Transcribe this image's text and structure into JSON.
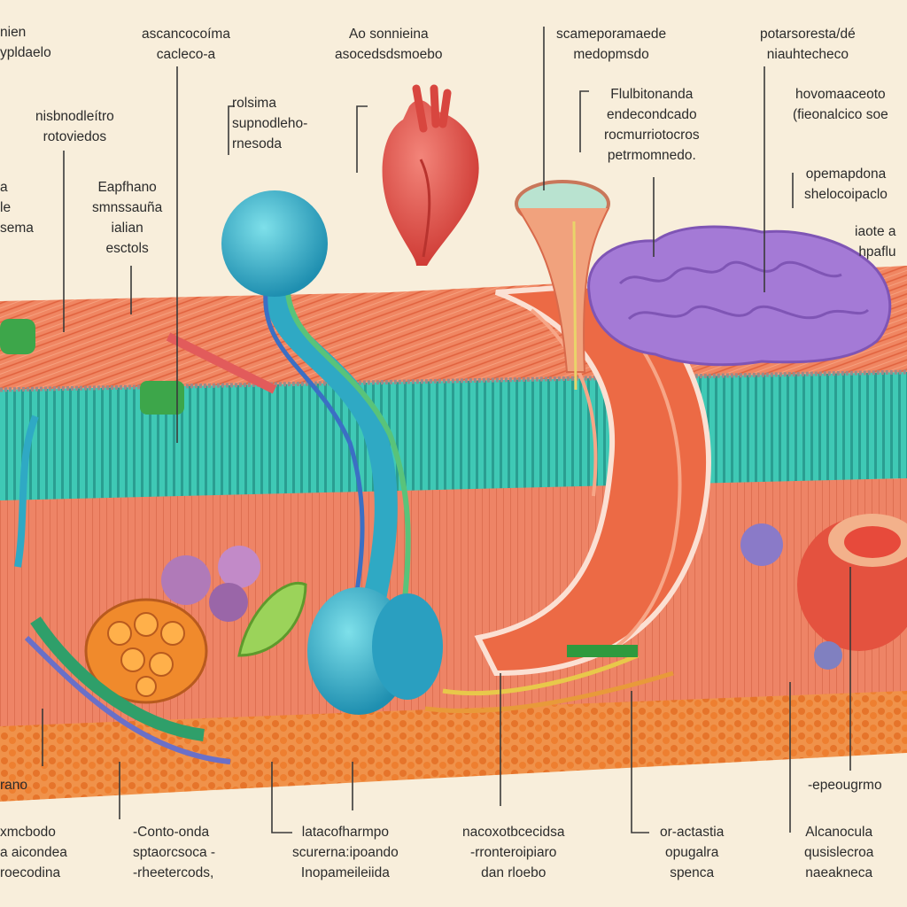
{
  "labels": {
    "tl1": [
      "nien",
      "ypldaelo"
    ],
    "t2": [
      "ascancocoíma",
      "cacleco-a"
    ],
    "t3": [
      "Ao sonnieina",
      "asocedsdsmoebo"
    ],
    "t4": [
      "scameporamaede",
      "medopmsdo"
    ],
    "t5": [
      "potarsoresta/dé",
      "niauhtecheco"
    ],
    "l2": [
      "nisbnodleítro",
      "rotoviedos"
    ],
    "l3": [
      "rolsima",
      "supnodleho-",
      "rnesoda"
    ],
    "l4": [
      "Flulbitonanda",
      "endecondcado",
      "rocmurriotocros",
      "petrmomnedo."
    ],
    "l5": [
      "hovomaaceoto",
      "(fieonalcico soe"
    ],
    "l6": [
      "a",
      "le",
      "sema"
    ],
    "l7": [
      "Eapfhano",
      "smnssauña",
      "ialian",
      "esctols"
    ],
    "l8": [
      "opemapdona",
      "shelocoipaclo"
    ],
    "l9": [
      "iaote a",
      "hpaflu"
    ],
    "b0": [
      "rano"
    ],
    "b1": [
      "xmcbodo",
      "a aicondea",
      "roecodina"
    ],
    "b2": [
      "-Conto-onda",
      "sptaorcsoca -",
      "-rheetercods,"
    ],
    "b3": [
      "latacofharmpo",
      "scurerna:ipoando",
      "Inopameileiida"
    ],
    "b4": [
      "nacoxotbcecidsa",
      "-rronteroipiaro",
      "dan rloebo"
    ],
    "b5": [
      "or-actastia",
      "opugalra",
      "spenca"
    ],
    "b6": [
      "-epeougrmo"
    ],
    "b7": [
      "Alcanocula",
      "qusislecroa",
      "naeakneca"
    ]
  },
  "colors": {
    "background": "#f8eedb",
    "muscle": "#ef7a52",
    "band": "#38c2b0",
    "vessel": "#2fa9c4",
    "brain": "#a47ad6",
    "heart": "#e4524a",
    "fat": "#ee8d33"
  },
  "icons": [
    "heart-icon",
    "brain-icon",
    "vessel-icon",
    "gland-icon",
    "cell-cluster-icon"
  ]
}
